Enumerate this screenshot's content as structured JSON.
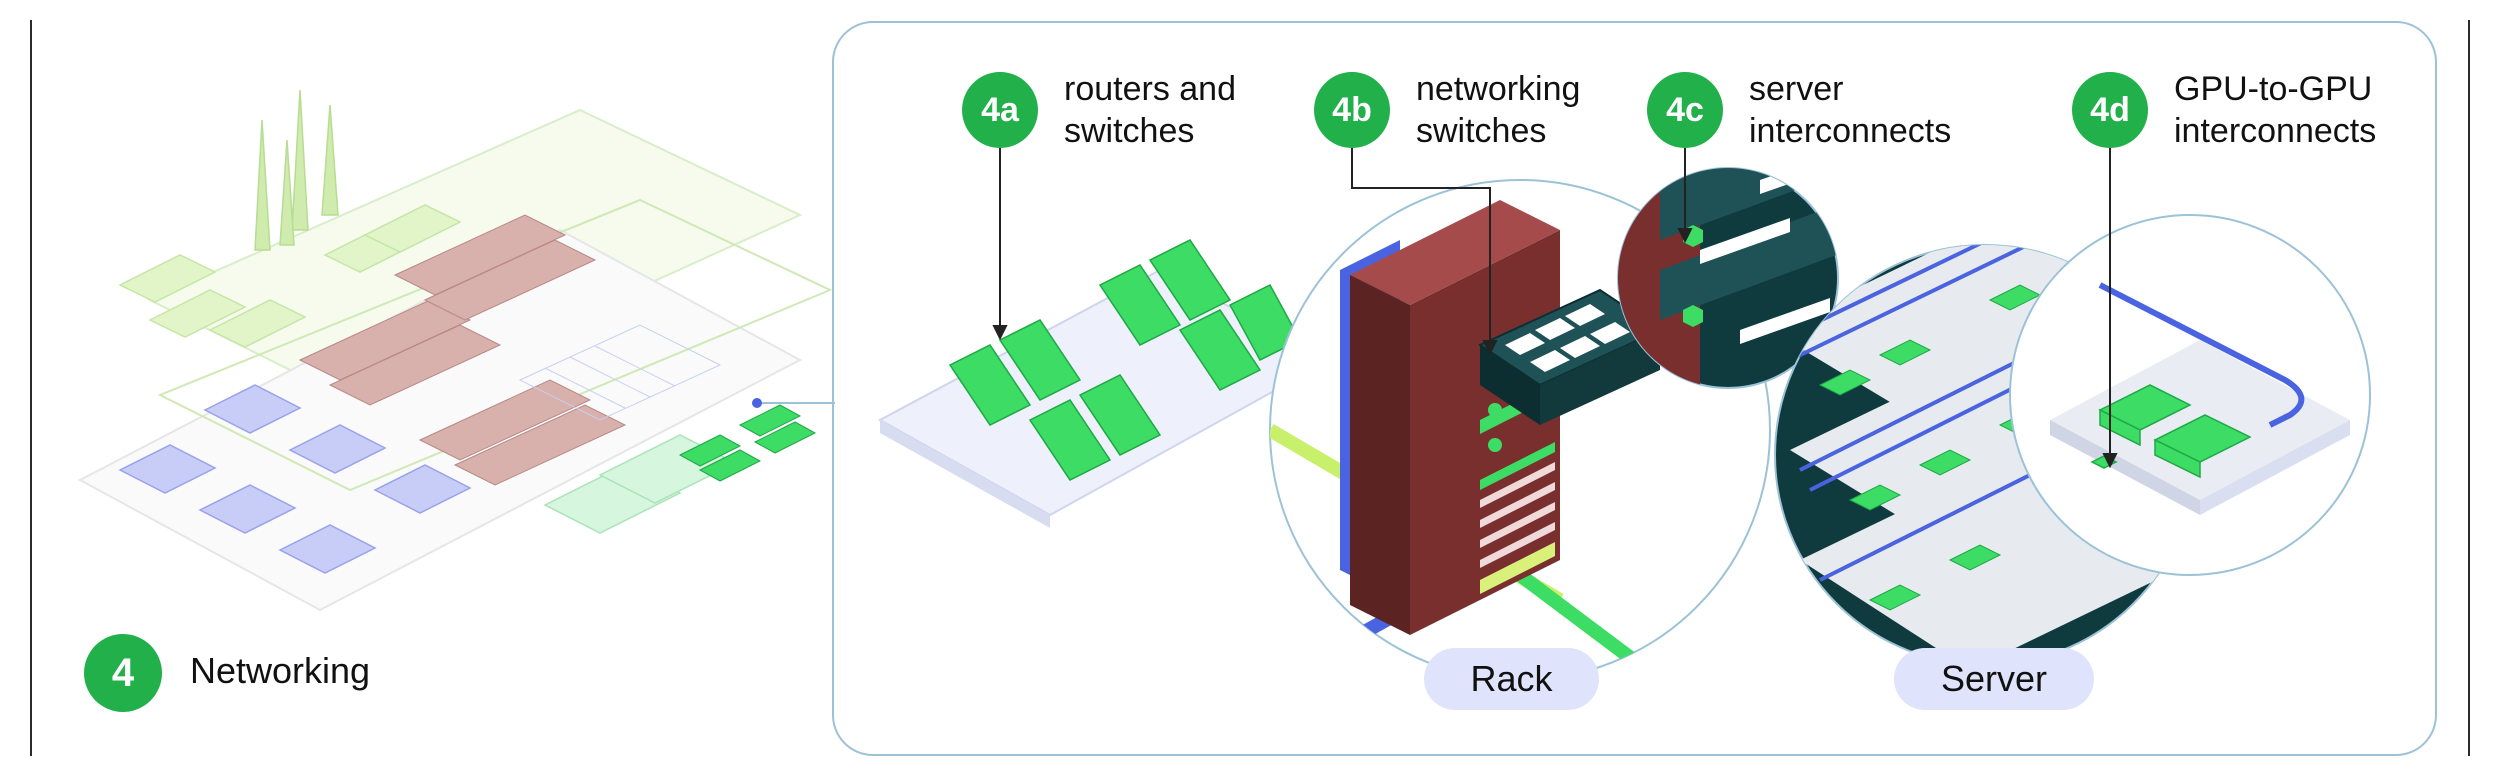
{
  "main": {
    "badge": "4",
    "title": "Networking"
  },
  "callouts": [
    {
      "badge": "4a",
      "label": "routers and\nswitches"
    },
    {
      "badge": "4b",
      "label": "networking\nswitches"
    },
    {
      "badge": "4c",
      "label": "server\ninterconnects"
    },
    {
      "badge": "4d",
      "label": "GPU-to-GPU\ninterconnects"
    }
  ],
  "zoom_labels": {
    "rack": "Rack",
    "server": "Server"
  },
  "colors": {
    "accent_green": "#22b04b",
    "bright_green": "#3ddc64",
    "rack_maroon": "#7a2f2f",
    "server_teal": "#0f3b3e",
    "link_blue": "#4a63e0",
    "pill_lavender": "#dfe3fb"
  }
}
